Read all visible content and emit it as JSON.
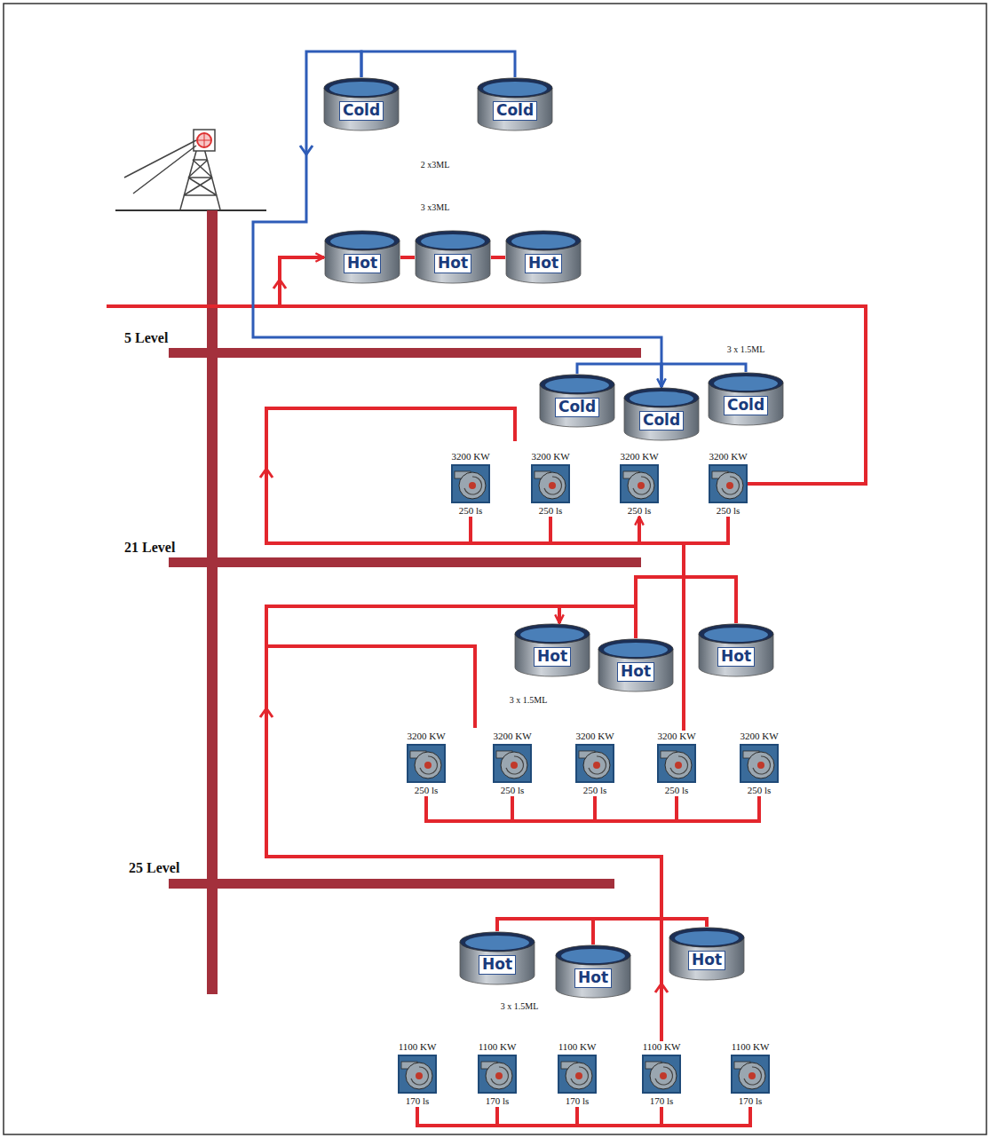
{
  "diagram": {
    "nodes": [
      {
        "text": [
          "Cold"
        ]
      },
      {
        "text": [
          "Cold"
        ]
      },
      {
        "text": [
          "Hot"
        ]
      },
      {
        "text": [
          "Hot"
        ]
      },
      {
        "text": [
          "Hot"
        ]
      },
      {
        "text": [
          "Cold"
        ]
      },
      {
        "text": [
          "Cold"
        ]
      },
      {
        "text": [
          "Cold"
        ]
      },
      {
        "text": [
          "3200 KW",
          "250 ls"
        ]
      },
      {
        "text": [
          "3200 KW",
          "250 ls"
        ]
      },
      {
        "text": [
          "3200 KW",
          "250 ls"
        ]
      },
      {
        "text": [
          "3200 KW",
          "250 ls"
        ]
      },
      {
        "text": [
          "Hot"
        ]
      },
      {
        "text": [
          "Hot"
        ]
      },
      {
        "text": [
          "Hot"
        ]
      },
      {
        "text": [
          "3200 KW",
          "250 ls"
        ]
      },
      {
        "text": [
          "3200 KW",
          "250 ls"
        ]
      },
      {
        "text": [
          "3200 KW",
          "250 ls"
        ]
      },
      {
        "text": [
          "3200 KW",
          "250 ls"
        ]
      },
      {
        "text": [
          "3200 KW",
          "250 ls"
        ]
      },
      {
        "text": [
          "Hot"
        ]
      },
      {
        "text": [
          "Hot"
        ]
      },
      {
        "text": [
          "Hot"
        ]
      },
      {
        "text": [
          "1100 KW",
          "170 ls"
        ]
      },
      {
        "text": [
          "1100 KW",
          "170 ls"
        ]
      },
      {
        "text": [
          "1100 KW",
          "170 ls"
        ]
      },
      {
        "text": [
          "1100 KW",
          "170 ls"
        ]
      },
      {
        "text": [
          "1100 KW",
          "170 ls"
        ]
      }
    ],
    "edges": [
      {
        "from": 0,
        "to": 1,
        "arrow": "none"
      },
      {
        "from": 0,
        "to": 6,
        "arrow": "to"
      },
      {
        "from": 5,
        "to": 6,
        "arrow": "none"
      },
      {
        "from": 6,
        "to": 7,
        "arrow": "none"
      },
      {
        "from": 2,
        "to": 3,
        "arrow": "none"
      },
      {
        "from": 3,
        "to": 4,
        "arrow": "none"
      },
      {
        "from": 11,
        "to": 2,
        "arrow": "to"
      },
      {
        "from": 8,
        "to": 9,
        "arrow": "none"
      },
      {
        "from": 9,
        "to": 10,
        "arrow": "none"
      },
      {
        "from": 10,
        "to": 11,
        "arrow": "none"
      },
      {
        "from": 18,
        "to": 10,
        "arrow": "to"
      },
      {
        "from": 12,
        "to": 13,
        "arrow": "none"
      },
      {
        "from": 13,
        "to": 14,
        "arrow": "none"
      },
      {
        "from": 26,
        "to": 12,
        "arrow": "to"
      },
      {
        "from": 15,
        "to": 16,
        "arrow": "none"
      },
      {
        "from": 16,
        "to": 17,
        "arrow": "none"
      },
      {
        "from": 17,
        "to": 18,
        "arrow": "none"
      },
      {
        "from": 18,
        "to": 19,
        "arrow": "none"
      },
      {
        "from": 20,
        "to": 21,
        "arrow": "none"
      },
      {
        "from": 21,
        "to": 22,
        "arrow": "none"
      },
      {
        "from": 23,
        "to": 24,
        "arrow": "none"
      },
      {
        "from": 24,
        "to": 25,
        "arrow": "none"
      },
      {
        "from": 25,
        "to": 26,
        "arrow": "none"
      },
      {
        "from": 26,
        "to": 27,
        "arrow": "none"
      }
    ],
    "labels": [
      "2 x3ML",
      "3 x3ML",
      "5 Level",
      "3 x 1.5ML",
      "21 Level",
      "3 x 1.5ML",
      "25 Level",
      "3 x 1.5ML"
    ]
  }
}
